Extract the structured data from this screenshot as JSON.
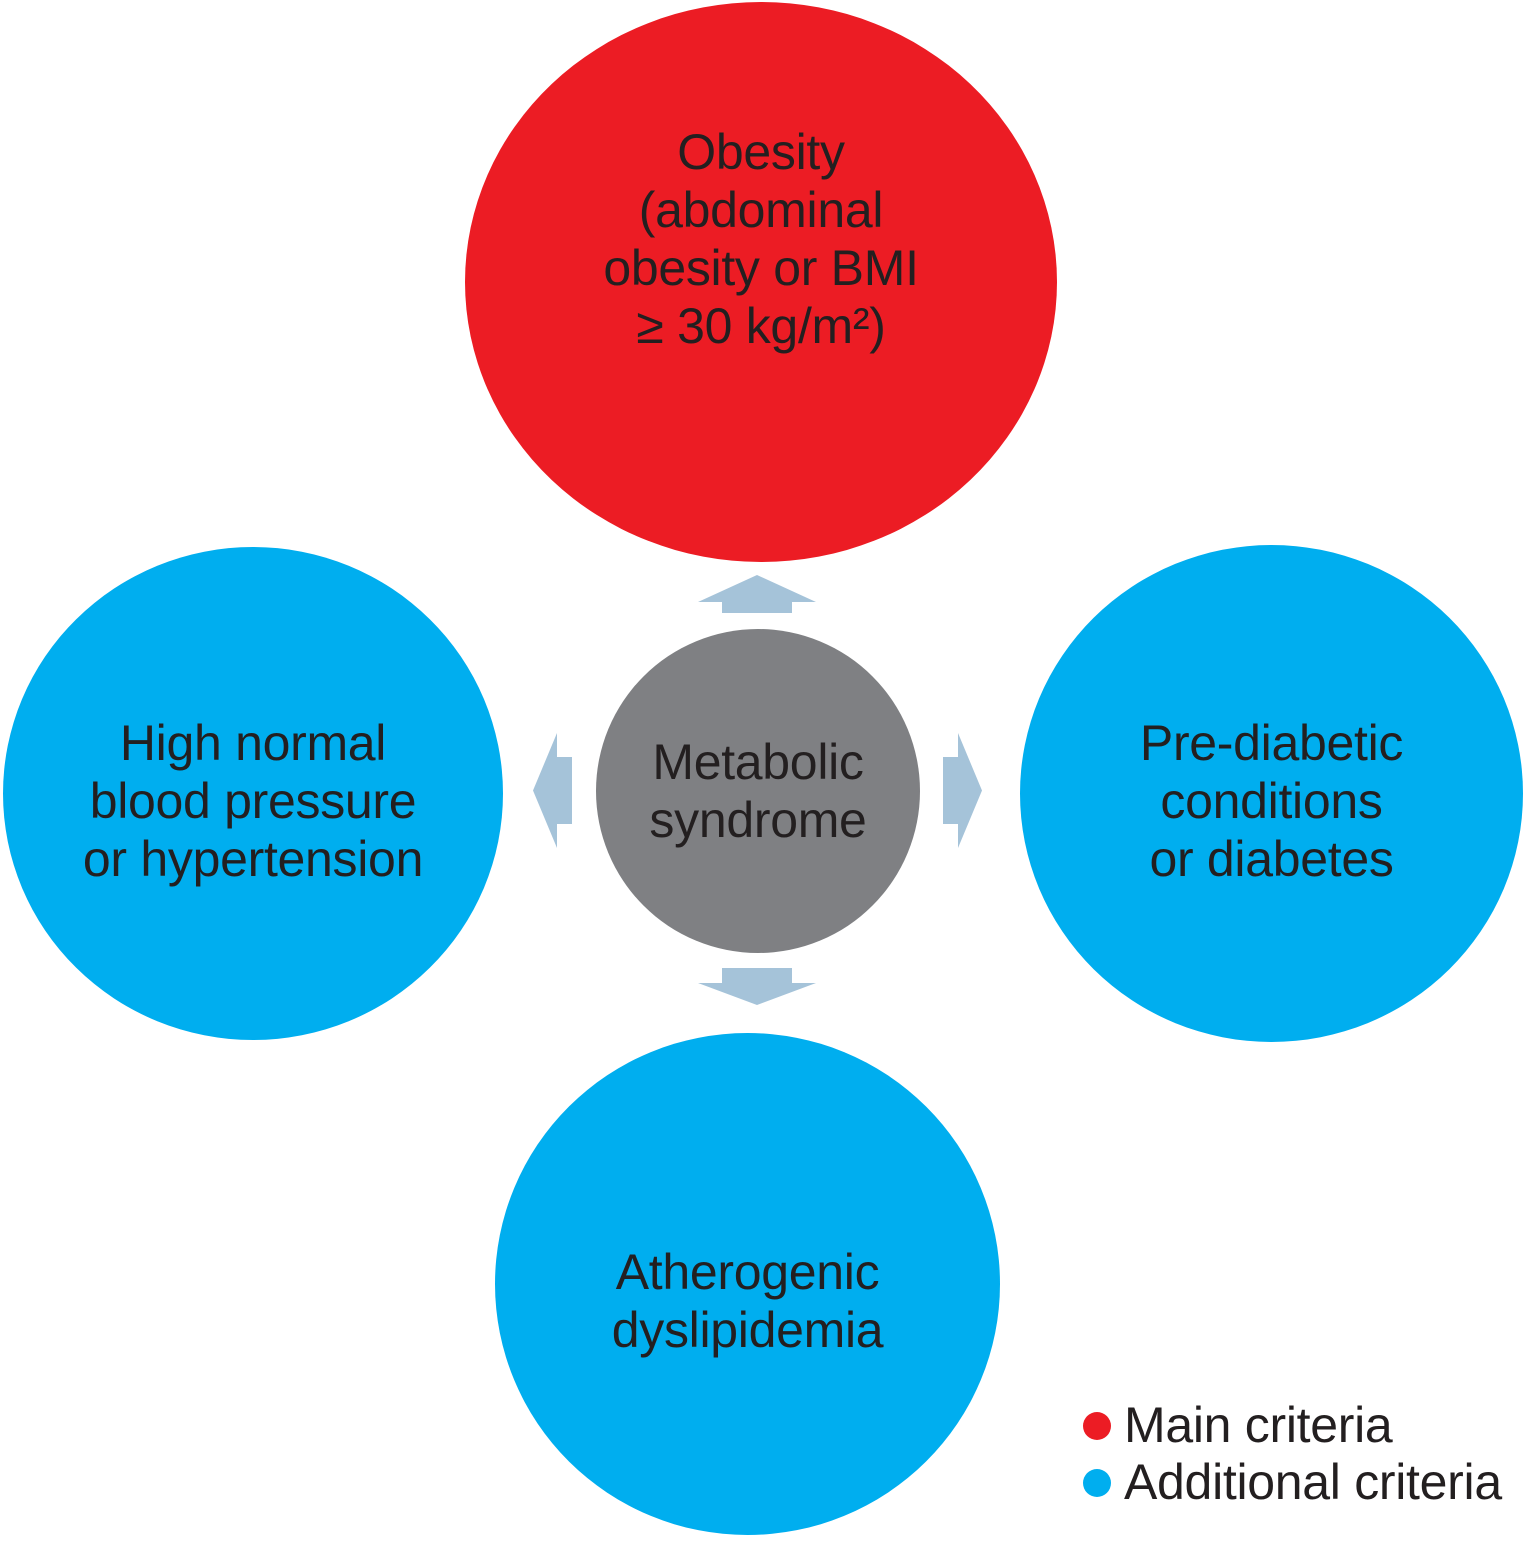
{
  "diagram": {
    "title": "Metabolic syndrome criteria diagram",
    "center": {
      "label": "Metabolic\nsyndrome",
      "type": "center"
    },
    "nodes": {
      "top": {
        "label": "Obesity\n(abdominal\nobesity or BMI\n≥ 30 kg/m²)",
        "type": "main"
      },
      "right": {
        "label": "Pre-diabetic\nconditions\nor diabetes",
        "type": "additional"
      },
      "bottom": {
        "label": "Atherogenic\ndyslipidemia",
        "type": "additional"
      },
      "left": {
        "label": "High normal\nblood pressure\nor hypertension",
        "type": "additional"
      }
    },
    "arrows": [
      "arrow-up-icon",
      "arrow-right-icon",
      "arrow-down-icon",
      "arrow-left-icon"
    ]
  },
  "legend": {
    "items": [
      {
        "label": "Main criteria",
        "color_key": "main"
      },
      {
        "label": "Additional criteria",
        "color_key": "additional"
      }
    ]
  },
  "colors": {
    "main": "#EC1C24",
    "additional": "#00AEEF",
    "center": "#7F8083",
    "arrow": "#A5C3D9",
    "text": "#231F20",
    "background": "#FFFFFF"
  }
}
